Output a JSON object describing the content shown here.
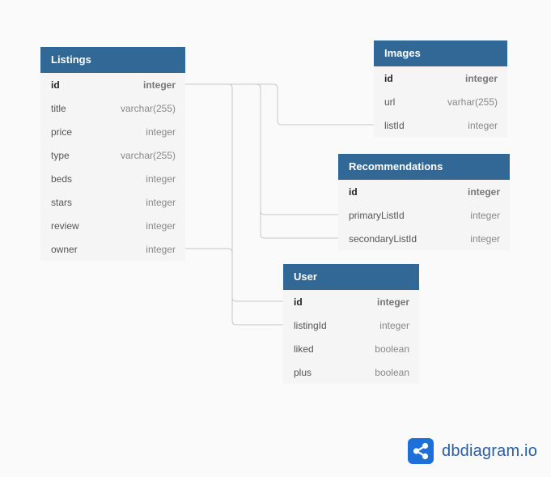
{
  "tables": [
    {
      "id": "listings",
      "name": "Listings",
      "fields": [
        {
          "name": "id",
          "type": "integer",
          "pk": true
        },
        {
          "name": "title",
          "type": "varchar(255)"
        },
        {
          "name": "price",
          "type": "integer"
        },
        {
          "name": "type",
          "type": "varchar(255)"
        },
        {
          "name": "beds",
          "type": "integer"
        },
        {
          "name": "stars",
          "type": "integer"
        },
        {
          "name": "review",
          "type": "integer"
        },
        {
          "name": "owner",
          "type": "integer"
        }
      ]
    },
    {
      "id": "images",
      "name": "Images",
      "fields": [
        {
          "name": "id",
          "type": "integer",
          "pk": true
        },
        {
          "name": "url",
          "type": "varhar(255)"
        },
        {
          "name": "listId",
          "type": "integer"
        }
      ]
    },
    {
      "id": "recommendations",
      "name": "Recommendations",
      "fields": [
        {
          "name": "id",
          "type": "integer",
          "pk": true
        },
        {
          "name": "primaryListId",
          "type": "integer"
        },
        {
          "name": "secondaryListId",
          "type": "integer"
        }
      ]
    },
    {
      "id": "user",
      "name": "User",
      "fields": [
        {
          "name": "id",
          "type": "integer",
          "pk": true
        },
        {
          "name": "listingId",
          "type": "integer"
        },
        {
          "name": "liked",
          "type": "boolean"
        },
        {
          "name": "plus",
          "type": "boolean"
        }
      ]
    }
  ],
  "relations": [
    {
      "from": "listings.id",
      "to": "images.listId"
    },
    {
      "from": "listings.id",
      "to": "recommendations.primaryListId"
    },
    {
      "from": "listings.id",
      "to": "recommendations.secondaryListId"
    },
    {
      "from": "listings.id",
      "to": "user.listingId"
    },
    {
      "from": "listings.owner",
      "to": "user.id"
    }
  ],
  "brand": {
    "name": "dbdiagram.io",
    "color": "#2a5ca8"
  },
  "colors": {
    "header": "#316896",
    "body": "#f5f5f5",
    "background": "#fafafa",
    "connector": "#c8c8c8"
  }
}
